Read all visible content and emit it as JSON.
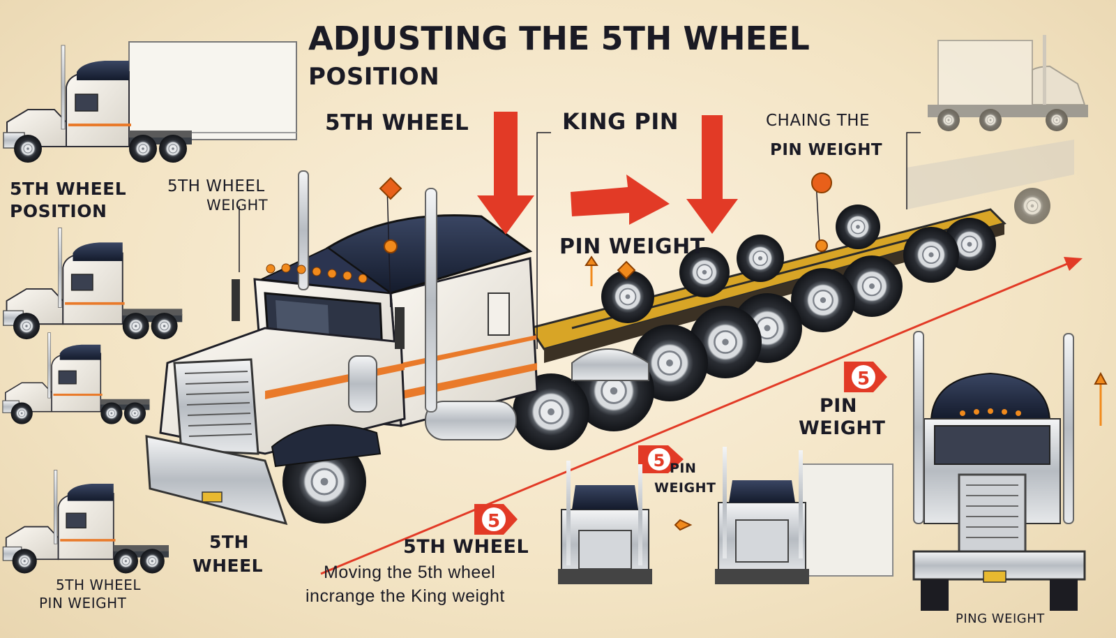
{
  "title": {
    "line1": "ADJUSTING THE 5TH WHEEL",
    "line2": "POSITION"
  },
  "labels": {
    "fifth_wheel_top": "5TH WHEEL",
    "king_pin": "KING PIN",
    "chaing_line1": "CHAING THE",
    "chaing_line2": "PIN WEIGHT",
    "pin_weight_center": "PIN WEIGHT",
    "left_position_line1": "5TH WHEEL",
    "left_position_line2": "POSITION",
    "left_weight_line1": "5TH WHEEL",
    "left_weight_line2": "WEIGHT",
    "right_pin_line1": "PIN",
    "right_pin_line2": "WEIGHT",
    "bottom_pin_line1": "PIN",
    "bottom_pin_line2": "WEIGHT",
    "bottom_fifth_line1": "5TH",
    "bottom_fifth_line2": "WHEEL",
    "bottom_fifth_wheel": "5TH WHEEL",
    "moving_line1": "Moving the 5th wheel",
    "moving_line2": "incrange the King weight",
    "left_bottom_line1": "5TH WHEEL",
    "left_bottom_line2": "PIN WEIGHT",
    "ping_weight": "PING WEIGHT"
  },
  "badges": [
    "5",
    "5",
    "5"
  ],
  "colors": {
    "arrow_red": "#e23a26",
    "marker_orange": "#f18a1c",
    "cab_dark": "#1f2a44",
    "chrome": "#c9cdd2",
    "stripe_orange": "#e97a2a",
    "frame_yellow": "#d8a526",
    "background": "#f6e9cf"
  },
  "icons": [
    "down-arrow-icon",
    "right-arrow-icon",
    "diamond-marker-icon",
    "number-badge-icon"
  ]
}
